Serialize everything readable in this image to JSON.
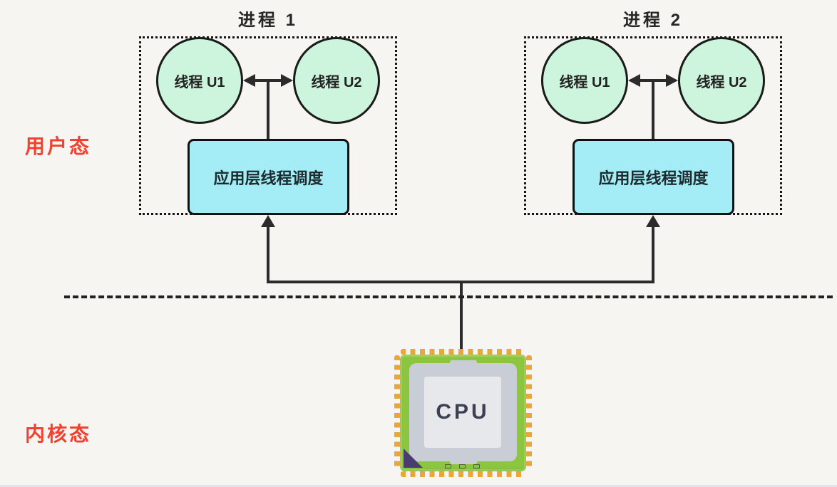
{
  "diagram": {
    "modes": {
      "user": "用户态",
      "kernel": "内核态"
    },
    "processes": [
      {
        "title": "进程 1",
        "threads": [
          "线程 U1",
          "线程 U2"
        ],
        "scheduler": "应用层线程调度"
      },
      {
        "title": "进程 2",
        "threads": [
          "线程 U1",
          "线程 U2"
        ],
        "scheduler": "应用层线程调度"
      }
    ],
    "cpu_label": "CPU",
    "colors": {
      "mode_label": "#F4402F",
      "thread_circle_fill": "#CDF4DC",
      "scheduler_fill": "#A5EDF6",
      "line": "#2B2B2B",
      "chip_frame": "#8CC63E",
      "chip_pins": "#E9A63A",
      "chip_plate": "#C9CDD6",
      "chip_core": "#E7E8EC",
      "cpu_text": "#3A4150"
    }
  }
}
